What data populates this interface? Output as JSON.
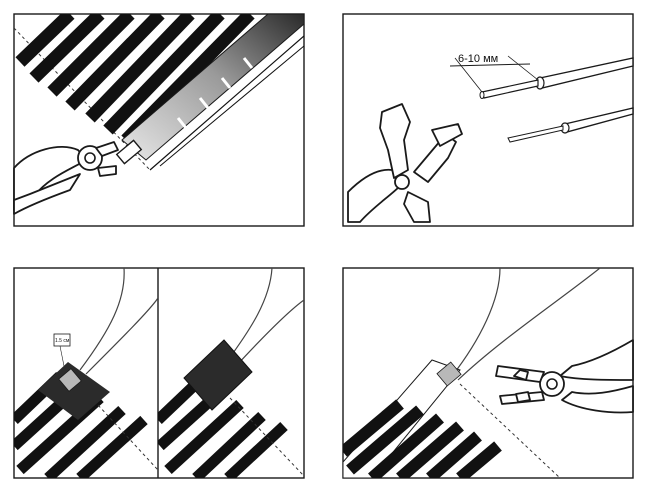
{
  "colors": {
    "stripe": "#111111",
    "insulation": "#2b2b2b",
    "clip_metal": "#b8b8b8",
    "line": "#1a1a1a",
    "background": "#ffffff"
  },
  "panels": [
    {
      "id": "cut-and-clip",
      "tool_icon": "crimping-pliers-icon"
    },
    {
      "id": "strip-wire",
      "tool_icon": "wire-stripper-icon",
      "strip_length_label": "6-10 мм"
    },
    {
      "id": "insulate-contact",
      "dimension_label": "1.5 см"
    },
    {
      "id": "crimp-contact",
      "tool_icon": "crimping-pliers-icon"
    }
  ]
}
